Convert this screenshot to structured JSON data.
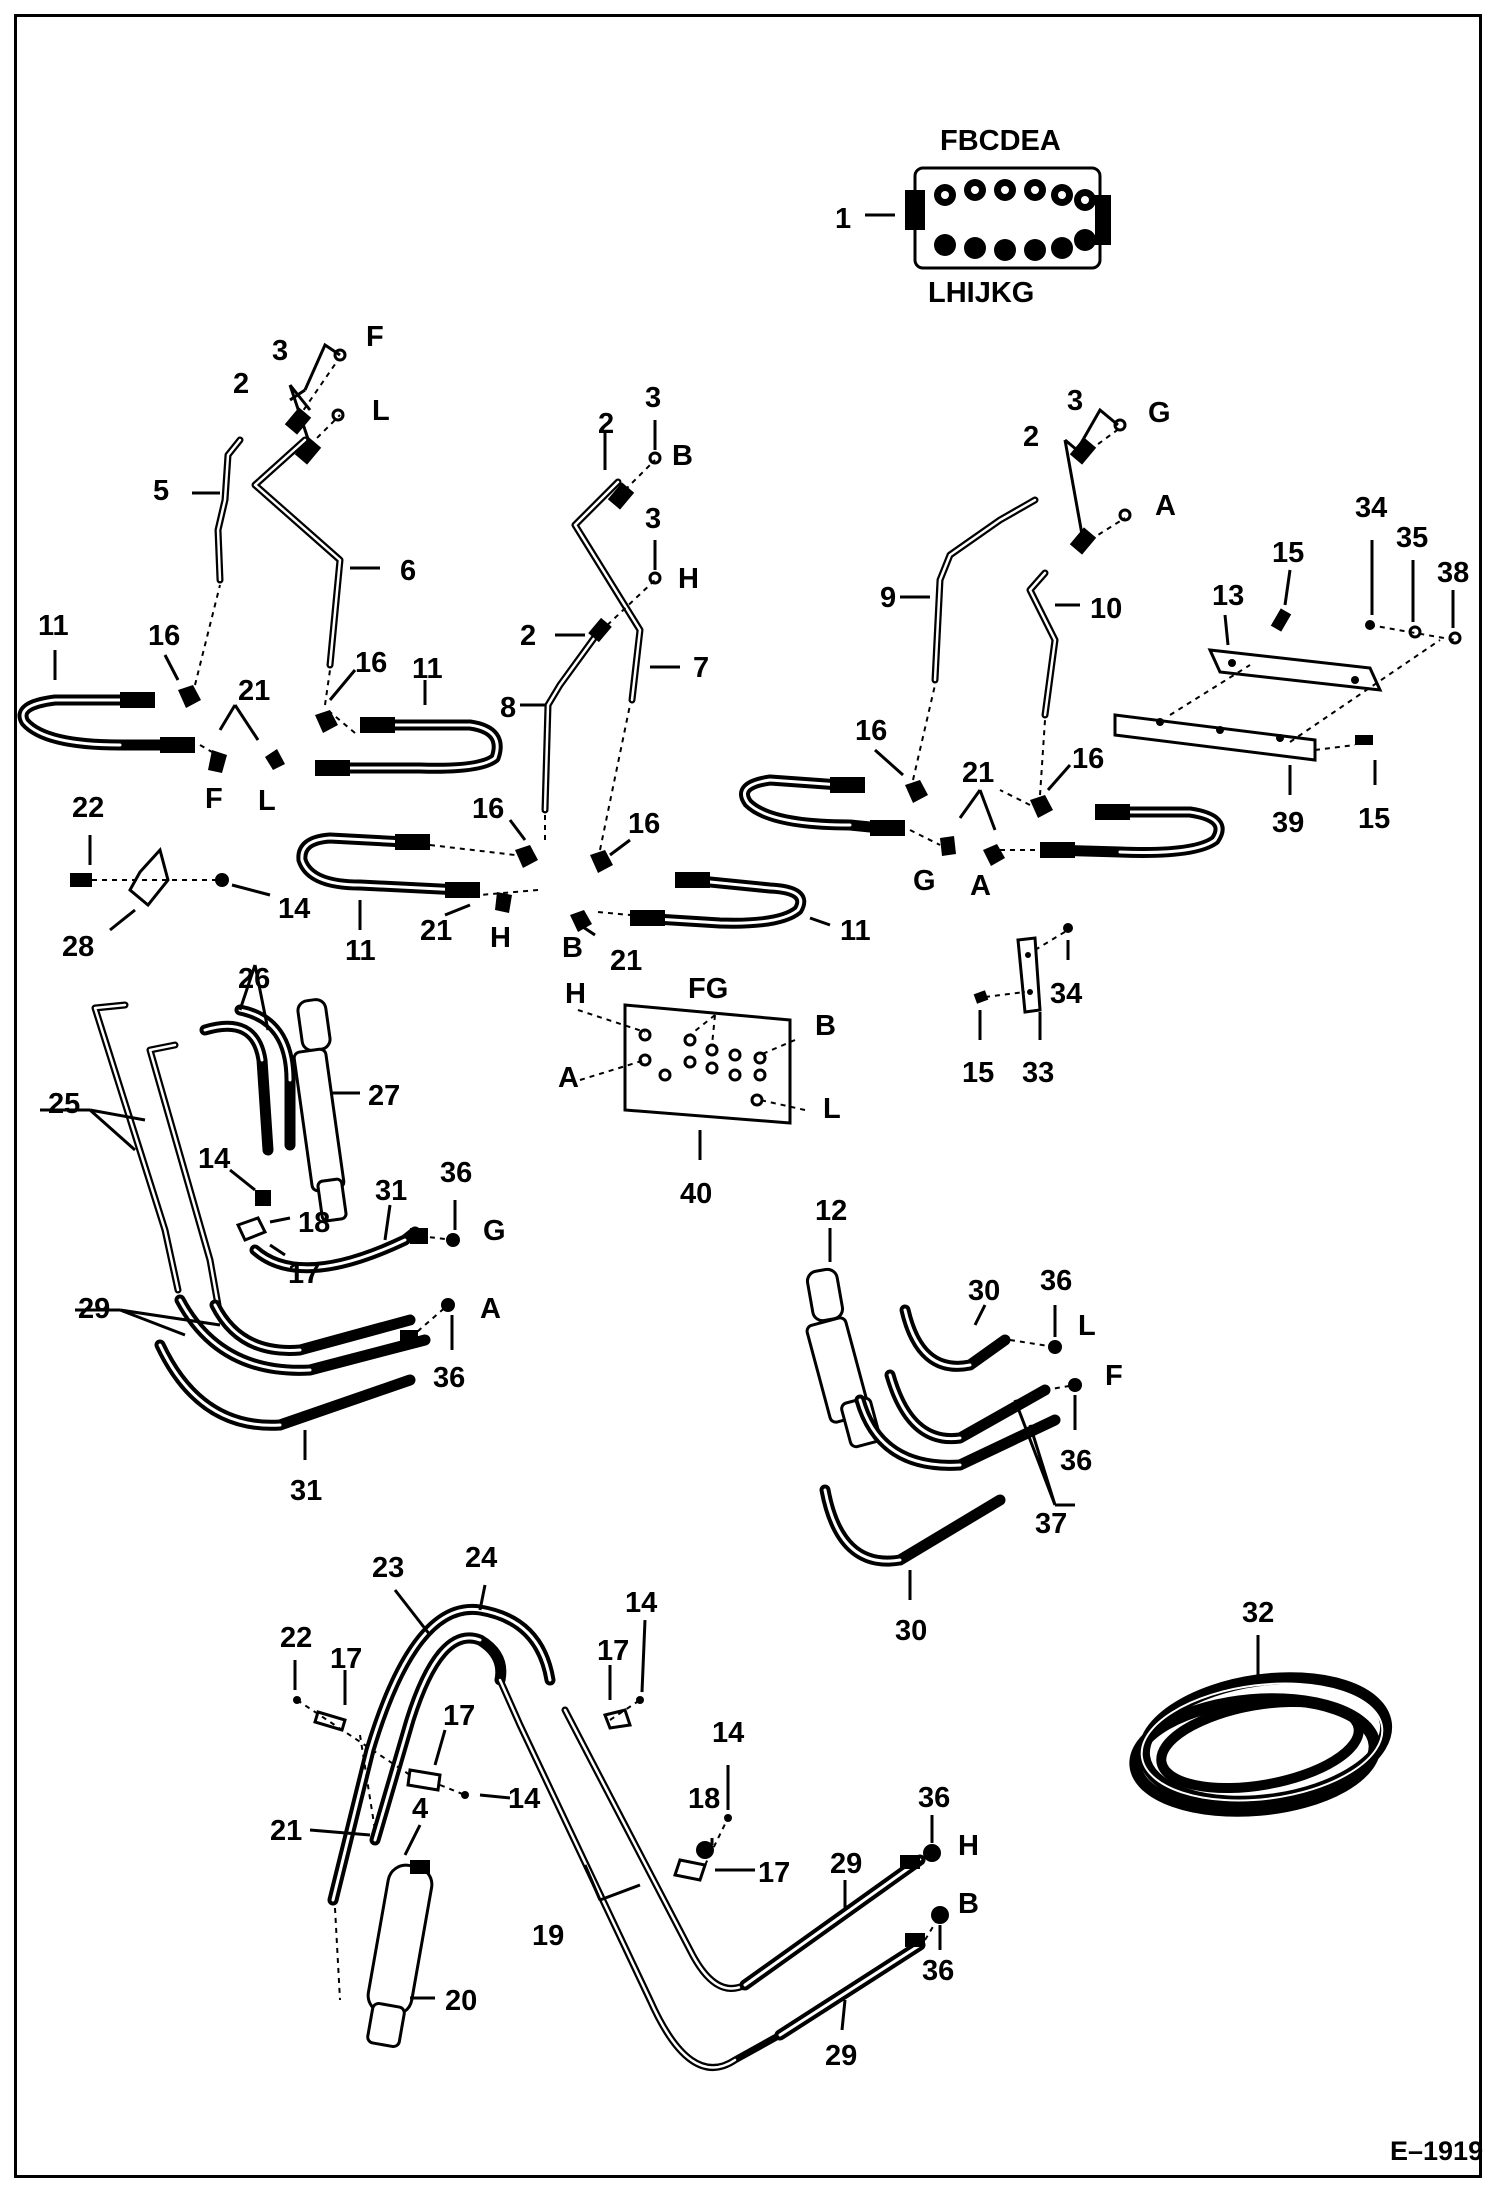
{
  "diagram": {
    "valve_port_letters_top": "FBCDEA",
    "valve_port_letters_bottom": "LHIJKG",
    "drawing_code": "E–1919",
    "labels": {
      "l1": "1",
      "l2a": "2",
      "l3a": "3",
      "lFa": "F",
      "lLa": "L",
      "l5": "5",
      "l6": "6",
      "l2b": "2",
      "l3b": "3",
      "lBb": "B",
      "l3c": "3",
      "lHc": "H",
      "l2c": "2",
      "l7": "7",
      "l8": "8",
      "l3d": "3",
      "lGd": "G",
      "l2d": "2",
      "lAd": "A",
      "l9": "9",
      "l10": "10",
      "l11a": "11",
      "l16a": "16",
      "l21a": "21",
      "lFe": "F",
      "lLe": "L",
      "l16b": "16",
      "l11b": "11",
      "l16c": "16",
      "l11c": "11",
      "l21c": "21",
      "lHf": "H",
      "l16d": "16",
      "lBg": "B",
      "l21g": "21",
      "l11d": "11",
      "l16e": "16",
      "l21e": "21",
      "lGe": "G",
      "lAe": "A",
      "l16f": "16",
      "l13": "13",
      "l15a": "15",
      "l34a": "34",
      "l35": "35",
      "l38": "38",
      "l39": "39",
      "l15b": "15",
      "l22a": "22",
      "l28": "28",
      "l14a": "14",
      "l34b": "34",
      "l15c": "15",
      "l33": "33",
      "lHm": "H",
      "lFGm": "FG",
      "lBm": "B",
      "lAm": "A",
      "lLm": "L",
      "l40": "40",
      "l26": "26",
      "l27": "27",
      "l25": "25",
      "l14b": "14",
      "l18a": "18",
      "l17a": "17",
      "l31a": "31",
      "l36a": "36",
      "lGn": "G",
      "l29a": "29",
      "lAn": "A",
      "l36b": "36",
      "l31b": "31",
      "l12": "12",
      "l30a": "30",
      "l36c": "36",
      "lLo": "L",
      "lFo": "F",
      "l36d": "36",
      "l37": "37",
      "l30b": "30",
      "l32": "32",
      "l23": "23",
      "l24": "24",
      "l22b": "22",
      "l17b": "17",
      "l17c": "17",
      "l14c": "14",
      "l21h": "21",
      "l4": "4",
      "l20": "20",
      "l19": "19",
      "l14d": "14",
      "l17d": "17",
      "l14e": "14",
      "l18b": "18",
      "l17e": "17",
      "l36e": "36",
      "lHp": "H",
      "l29b": "29",
      "lBp": "B",
      "l36f": "36",
      "l29c": "29"
    }
  }
}
